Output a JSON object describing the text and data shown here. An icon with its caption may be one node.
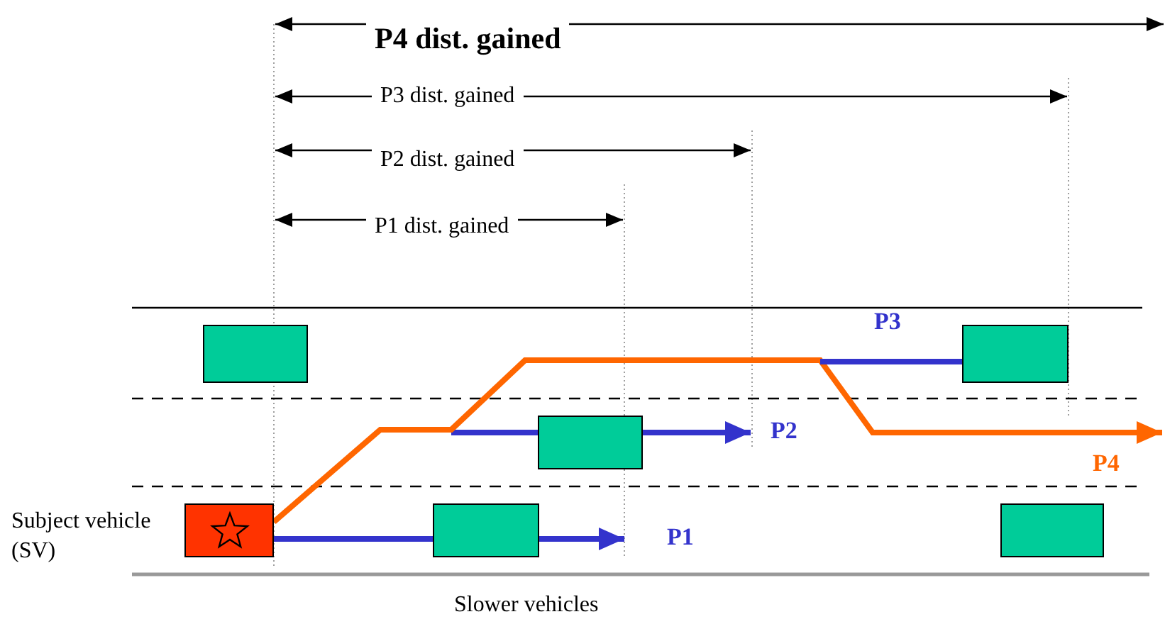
{
  "diagram": {
    "nodes": [
      {
        "text": [],
        "shape": "box"
      },
      {
        "text": [],
        "shape": "box"
      },
      {
        "text": [],
        "shape": "box"
      },
      {
        "text": [],
        "shape": "box",
        "beside": [
          "Subject vehicle (SV)"
        ]
      },
      {
        "text": [],
        "shape": "box"
      },
      {
        "text": [],
        "shape": "box"
      }
    ],
    "edges": [
      {
        "from": 3,
        "to": null,
        "arrow": "to",
        "label": "P1",
        "color": "#3333cc"
      },
      {
        "from": 3,
        "to": null,
        "arrow": "to",
        "label": "P4",
        "color": "#ff6600"
      },
      {
        "from": null,
        "to": 1,
        "arrow": "to",
        "label": "P3",
        "color": "#3333cc"
      }
    ],
    "labels": [
      "P4 dist. gained",
      "P3 dist. gained",
      "P2 dist. gained",
      "P1 dist. gained",
      "P2",
      "Slower vehicles"
    ]
  }
}
